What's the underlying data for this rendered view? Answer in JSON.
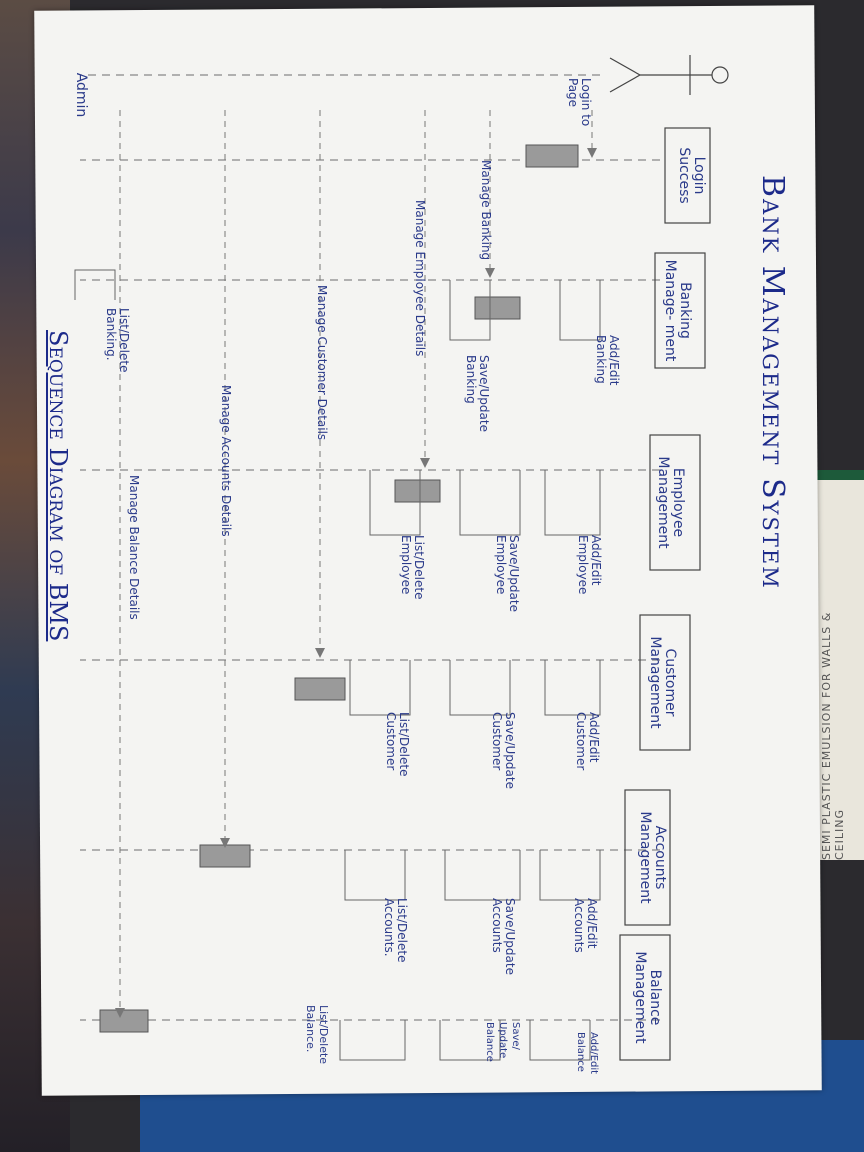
{
  "title": "Bank Management System",
  "subtitle": "Sequence Diagram of BMS",
  "background_label": "SEMI PLASTIC EMULSION FOR WALLS & CEILING",
  "actor": {
    "label": "Admin"
  },
  "lifelines": [
    {
      "label": "Login Success"
    },
    {
      "label": "Banking Manage- ment"
    },
    {
      "label": "Employee Management"
    },
    {
      "label": "Customer Management"
    },
    {
      "label": "Accounts Management"
    },
    {
      "label": "Balance Management"
    }
  ],
  "messages": [
    {
      "label": "Login to Page"
    },
    {
      "label": "Manage Banking"
    },
    {
      "label": "Manage Employee Details"
    },
    {
      "label": "Manage Customer Details"
    },
    {
      "label": "Manage Accounts Details"
    },
    {
      "label": "Manage Balance Details"
    }
  ],
  "banking_ops": [
    "Add/Edit Banking",
    "Save/Update Banking",
    "List/Delete Banking."
  ],
  "employee_ops": [
    "Add/Edit Employee",
    "Save/Update Employee",
    "List/Delete Employee"
  ],
  "customer_ops": [
    "Add/Edit Customer",
    "Save/Update Customer",
    "List/Delete Customer"
  ],
  "accounts_ops": [
    "Add/Edit Accounts",
    "Save/Update Accounts",
    "List/Delete Accounts."
  ],
  "balance_ops": [
    "Add/Edit Balance",
    "Save/ Update Balance",
    "List/Delete Balance."
  ],
  "colors": {
    "ink": "#2a3a8a",
    "pencil": "#555555",
    "paper": "#f4f4f2"
  }
}
